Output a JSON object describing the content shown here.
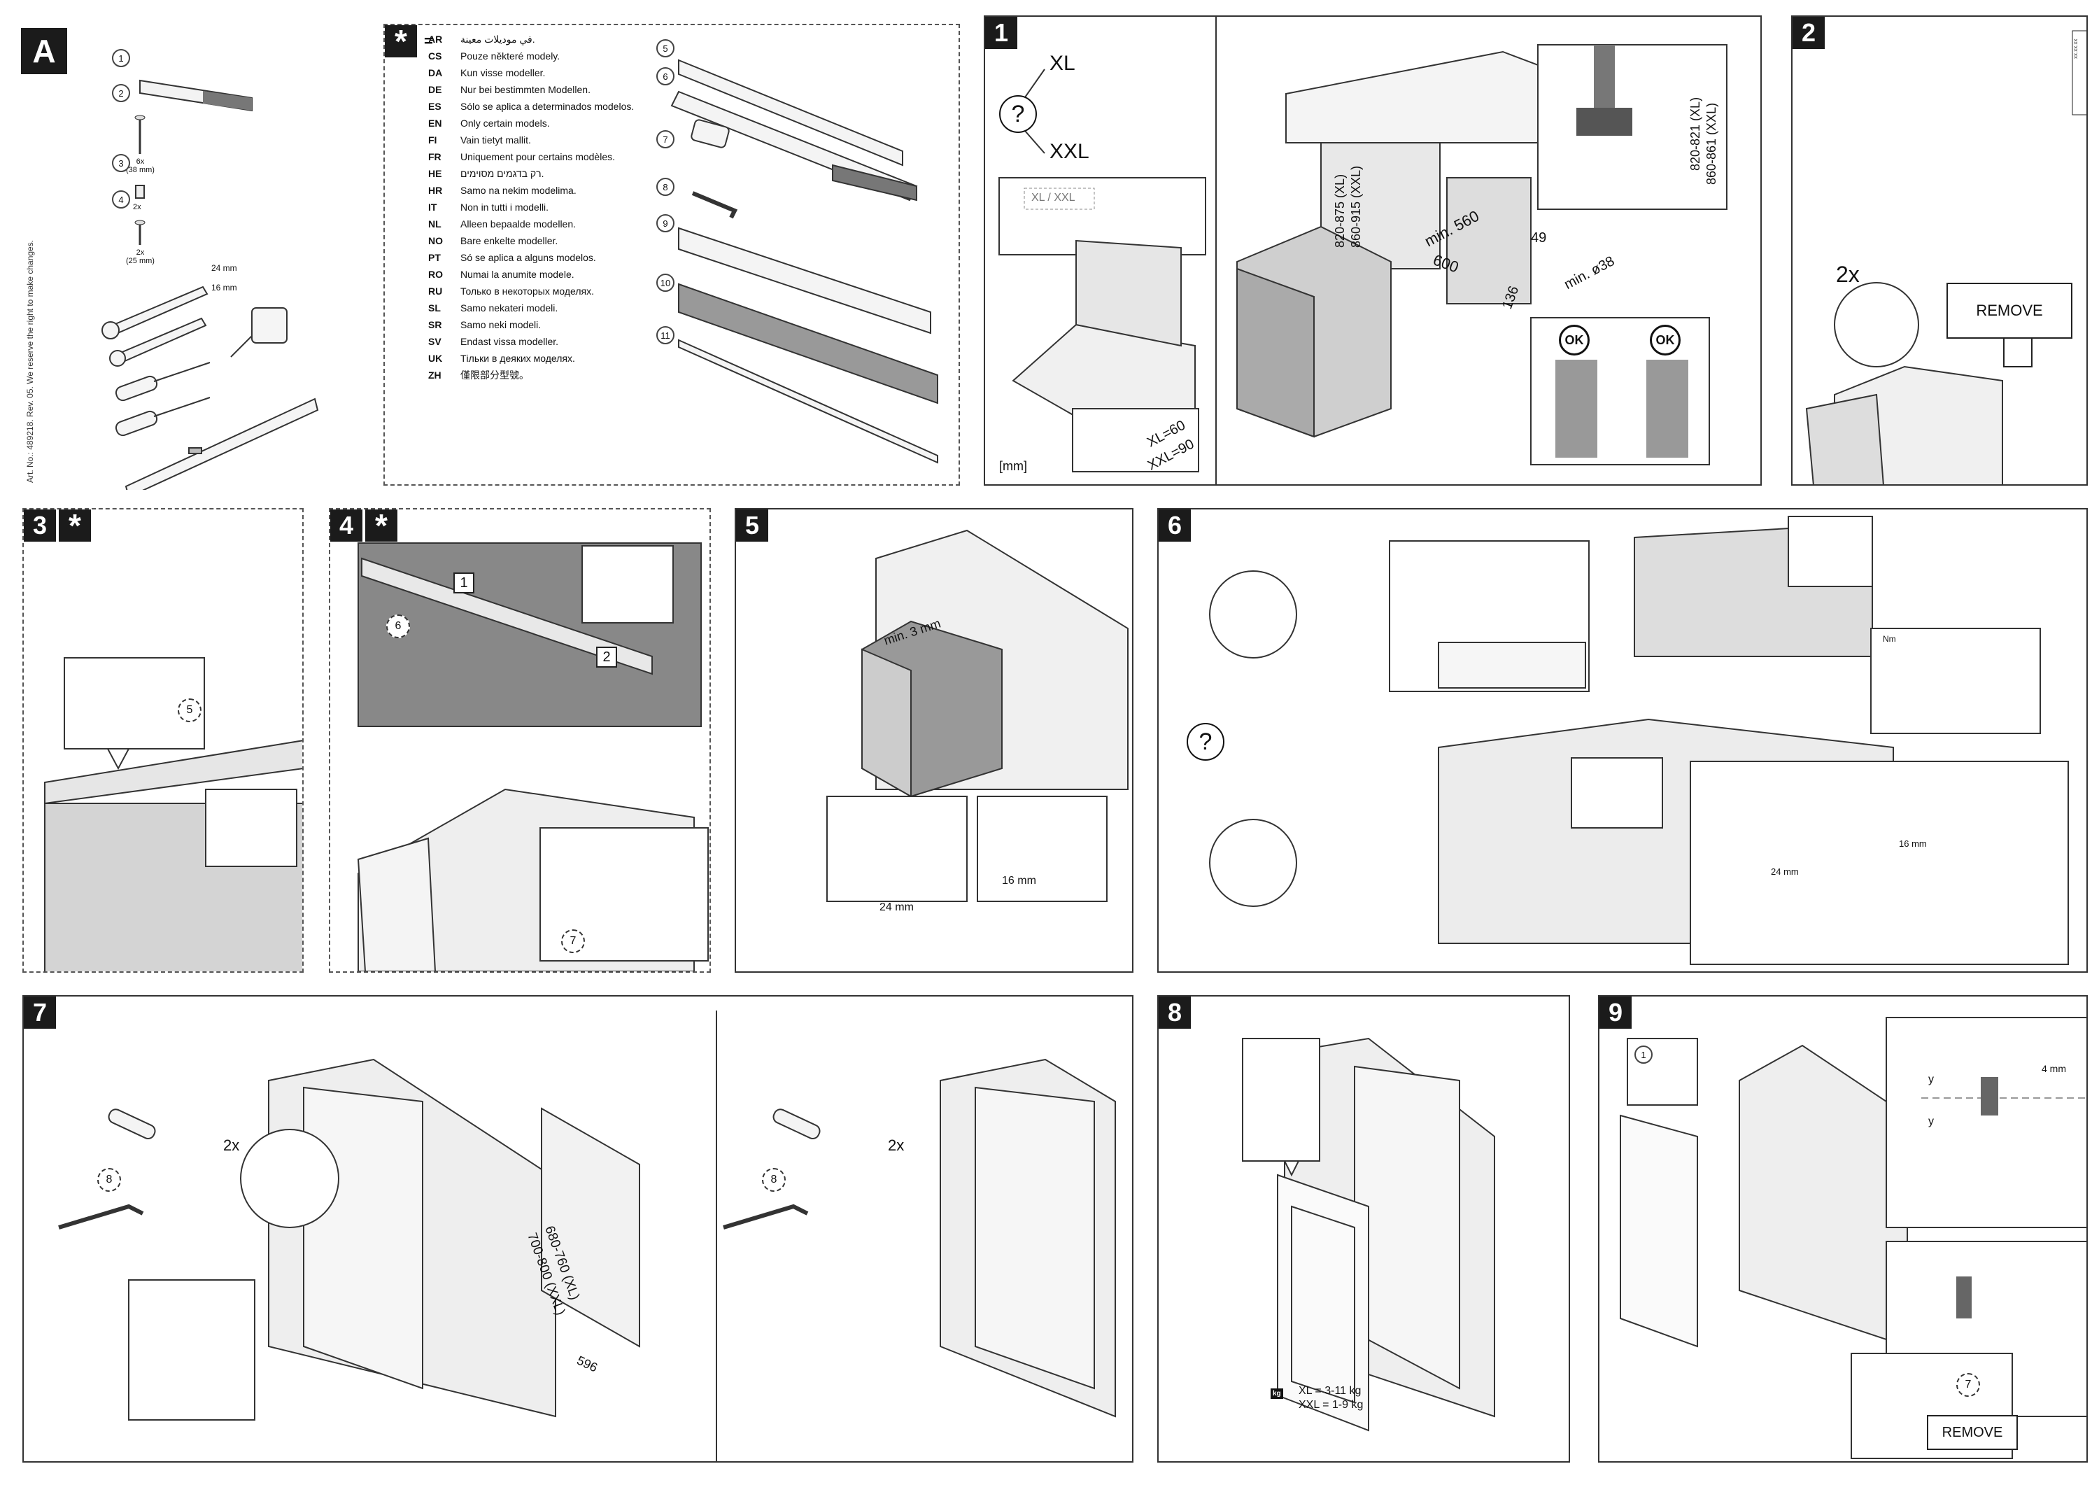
{
  "meta": {
    "doc_ref": "Art. No.: 489218. Rev. 05. We reserve the right to make changes."
  },
  "barcode_text": "xx.xx.xx",
  "section_a": {
    "label": "A",
    "parts": [
      {
        "num": "1",
        "qty": ""
      },
      {
        "num": "2",
        "qty": "6x\n(38 mm)"
      },
      {
        "num": "3",
        "qty": "2x"
      },
      {
        "num": "4",
        "qty": "2x\n(25 mm)"
      }
    ],
    "tools": {
      "wrench_24": "24 mm",
      "wrench_16": "16 mm"
    }
  },
  "models_box": {
    "star": "*",
    "equals": "=",
    "rows": [
      {
        "code": "AR",
        "text": "في موديلات معينة."
      },
      {
        "code": "CS",
        "text": "Pouze některé modely."
      },
      {
        "code": "DA",
        "text": "Kun visse modeller."
      },
      {
        "code": "DE",
        "text": "Nur bei bestimmten Modellen."
      },
      {
        "code": "ES",
        "text": "Sólo se aplica a determinados modelos."
      },
      {
        "code": "EN",
        "text": "Only certain models."
      },
      {
        "code": "FI",
        "text": "Vain tietyt mallit."
      },
      {
        "code": "FR",
        "text": "Uniquement pour certains modèles."
      },
      {
        "code": "HE",
        "text": "רק בדגמים מסוימים."
      },
      {
        "code": "HR",
        "text": "Samo na nekim modelima."
      },
      {
        "code": "IT",
        "text": "Non in tutti i modelli."
      },
      {
        "code": "NL",
        "text": "Alleen bepaalde modellen."
      },
      {
        "code": "NO",
        "text": "Bare enkelte modeller."
      },
      {
        "code": "PT",
        "text": "Só se aplica a alguns modelos."
      },
      {
        "code": "RO",
        "text": "Numai la anumite modele."
      },
      {
        "code": "RU",
        "text": "Только в некоторых моделях."
      },
      {
        "code": "SL",
        "text": "Samo nekateri modeli."
      },
      {
        "code": "SR",
        "text": "Samo neki modeli."
      },
      {
        "code": "SV",
        "text": "Endast vissa modeller."
      },
      {
        "code": "UK",
        "text": "Тільки в деяких моделях."
      },
      {
        "code": "ZH",
        "text": "僅限部分型號。"
      }
    ],
    "part_nums": [
      "5",
      "6",
      "7",
      "8",
      "9",
      "10",
      "11"
    ]
  },
  "step1": {
    "num": "1",
    "q": "?",
    "xl": "XL",
    "xxl": "XXL",
    "plate_text": "XL / XXL",
    "unit": "[mm]",
    "xl60": "XL=60",
    "xxl90": "XXL=90",
    "dims": {
      "h1": "820-875 (XL)",
      "h2": "860-915 (XXL)",
      "min560": "min. 560",
      "w600": "600",
      "d136": "136",
      "d49": "49",
      "min38": "min. ø38",
      "h3": "820-821 (XL)",
      "h4": "860-861 (XXL)"
    },
    "ok": "OK"
  },
  "step2": {
    "num": "2",
    "count": "2x",
    "remove": "REMOVE"
  },
  "step3": {
    "num": "3",
    "star": "*",
    "callout": "5"
  },
  "step4": {
    "num": "4",
    "star": "*",
    "arrow1": "1",
    "arrow2": "2",
    "callout6": "6",
    "callout7": "7"
  },
  "step5": {
    "num": "5",
    "min3": "min. 3 mm",
    "w24": "24 mm",
    "w16": "16 mm"
  },
  "step6": {
    "num": "6",
    "q": "?",
    "nm": "Nm",
    "w24": "24 mm",
    "w16": "16 mm"
  },
  "step7": {
    "num": "7",
    "count_a": "2x",
    "count_b": "2x",
    "callout8": "8",
    "dim_a": "680-760 (XL)",
    "dim_b": "700-800 (XXL)",
    "width": "596"
  },
  "step8": {
    "num": "8",
    "w_xl": "XL = 3-11 kg",
    "w_xxl": "XXL = 1-9 kg",
    "kg": "kg"
  },
  "step9": {
    "num": "9",
    "y1": "y",
    "y2": "y",
    "mm4": "4 mm",
    "remove": "REMOVE",
    "c1": "1",
    "c7": "7"
  }
}
